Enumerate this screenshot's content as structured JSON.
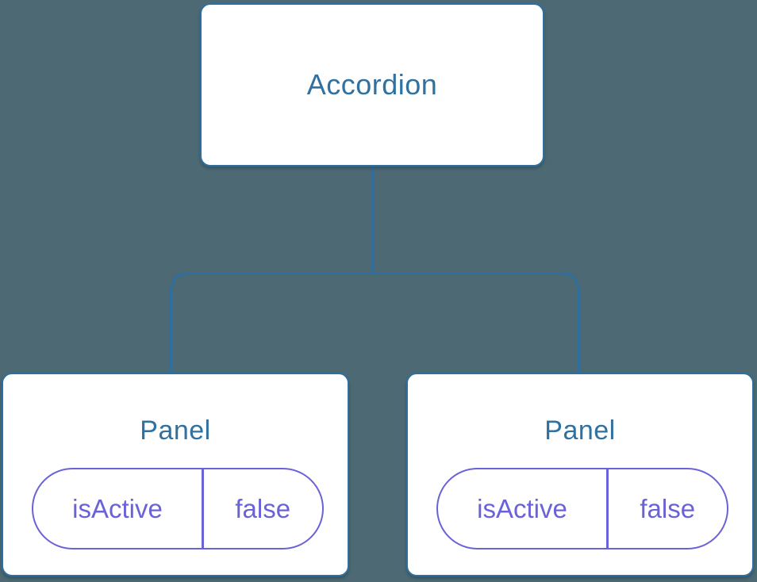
{
  "diagram": {
    "kind": "component-state-tree",
    "background_color": "#4c6974",
    "node_fill_color": "#ffffff",
    "connector_color": "#2e6f9f",
    "heading_color": "#30719f",
    "state_color": "#6a62d8",
    "root": {
      "label": "Accordion"
    },
    "children": [
      {
        "label": "Panel",
        "state_key": "isActive",
        "state_value": "false"
      },
      {
        "label": "Panel",
        "state_key": "isActive",
        "state_value": "false"
      }
    ]
  }
}
